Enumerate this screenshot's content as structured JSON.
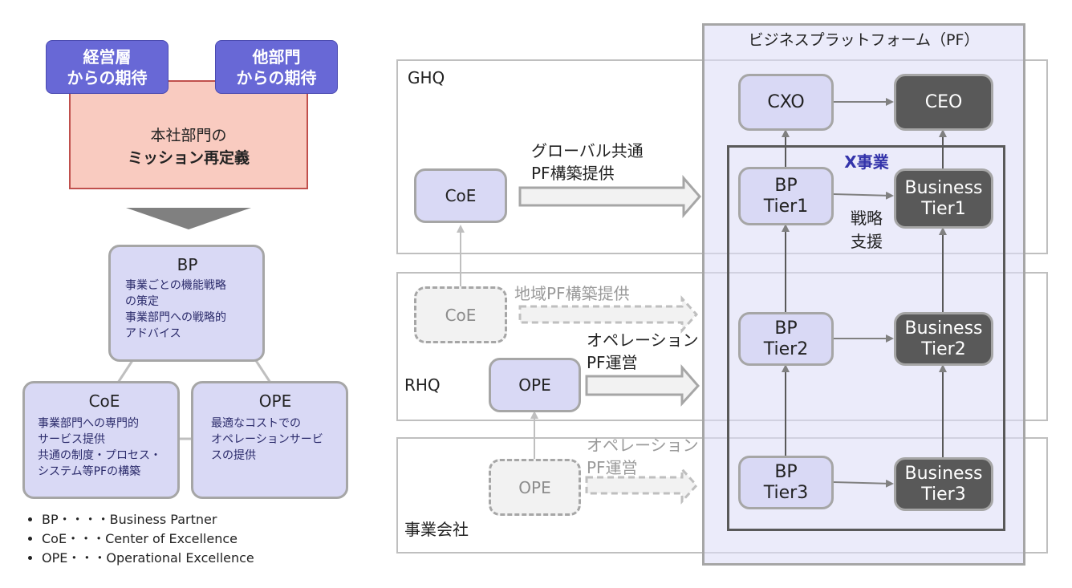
{
  "left": {
    "exp1": "経営層\nからの期待",
    "exp2": "他部門\nからの期待",
    "mission_l1": "本社部門の",
    "mission_l2": "ミッション再定義",
    "bp": {
      "title": "BP",
      "desc": "事業ごとの機能戦略\nの策定\n事業部門への戦略的\nアドバイス"
    },
    "coe": {
      "title": "CoE",
      "desc": "事業部門への専門的\nサービス提供\n共通の制度・プロセス・\nシステム等PFの構築"
    },
    "ope": {
      "title": "OPE",
      "desc": "最適なコストでの\nオペレーションサービ\nスの提供"
    },
    "legend": [
      "BP・・・・Business Partner",
      "CoE・・・Center of Excellence",
      "OPE・・・Operational Excellence"
    ]
  },
  "right": {
    "pf_title": "ビジネスプラットフォーム（PF）",
    "ghq": "GHQ",
    "rhq": "RHQ",
    "opco": "事業会社",
    "x_business": "X事業",
    "cxo": "CXO",
    "ceo": "CEO",
    "bp1": "BP\nTier1",
    "bp2": "BP\nTier2",
    "bp3": "BP\nTier3",
    "bus1": "Business\nTier1",
    "bus2": "Business\nTier2",
    "bus3": "Business\nTier3",
    "strategy_support": "戦略\n支援",
    "coe_ghq": "CoE",
    "coe_rhq": "CoE",
    "ope_rhq": "OPE",
    "ope_opco": "OPE",
    "arrow_ghq": "グローバル共通\nPF構築提供",
    "arrow_rhq_coe": "地域PF構築提供",
    "arrow_rhq_ope": "オペレーション\nPF運営",
    "arrow_opco": "オペレーション\nPF運営"
  }
}
